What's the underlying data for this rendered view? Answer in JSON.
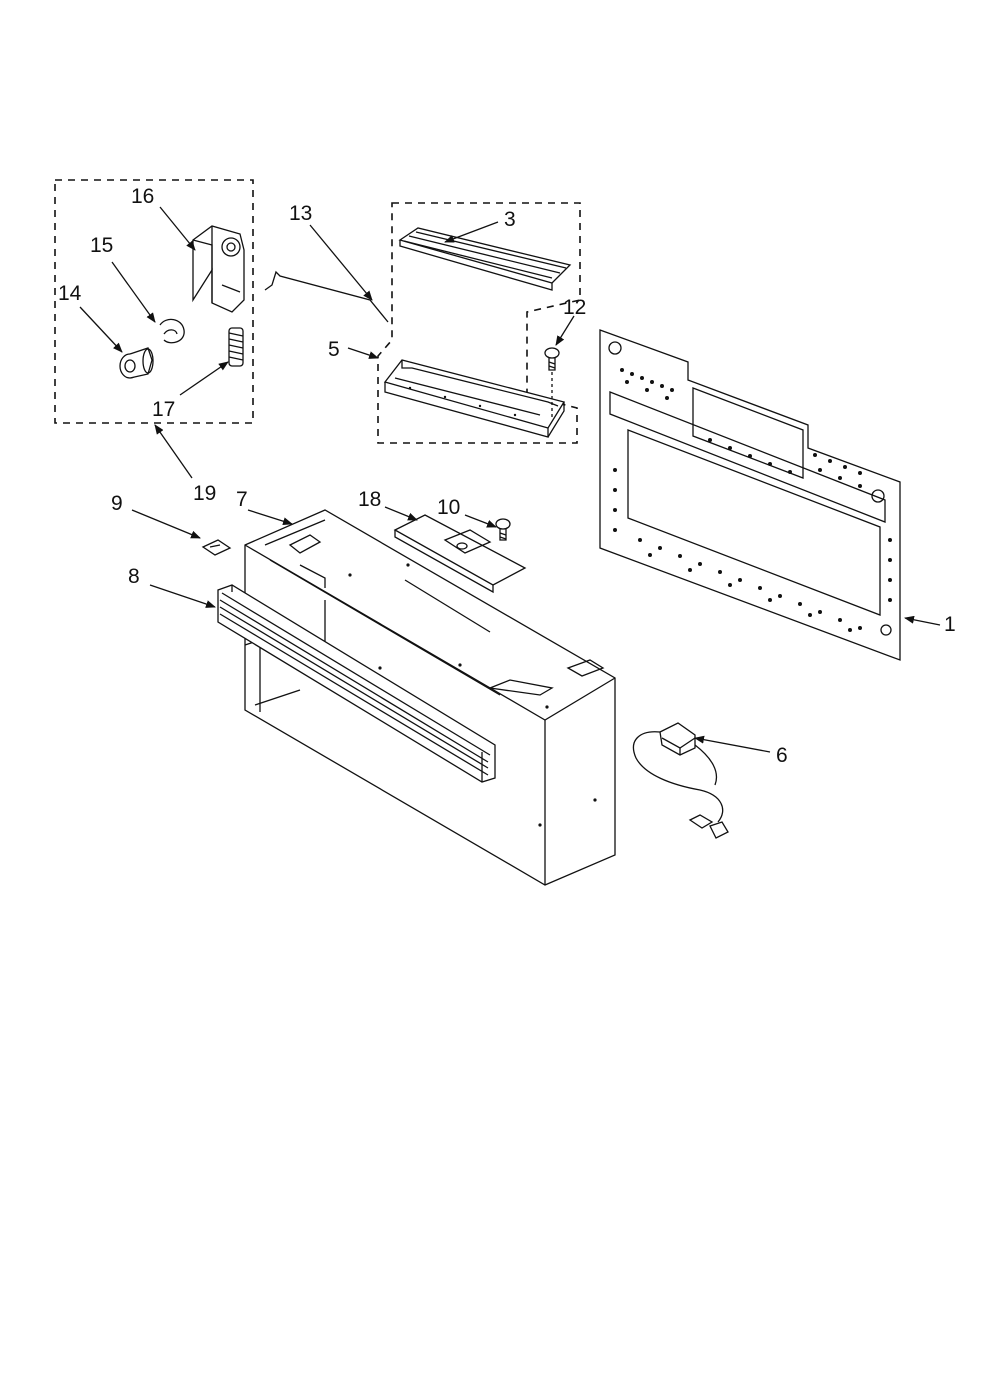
{
  "diagram": {
    "callouts": {
      "n1": "1",
      "n3": "3",
      "n5": "5",
      "n6": "6",
      "n7": "7",
      "n8": "8",
      "n9": "9",
      "n10": "10",
      "n12": "12",
      "n13": "13",
      "n14": "14",
      "n15": "15",
      "n16": "16",
      "n17": "17",
      "n18": "18",
      "n19": "19"
    }
  }
}
